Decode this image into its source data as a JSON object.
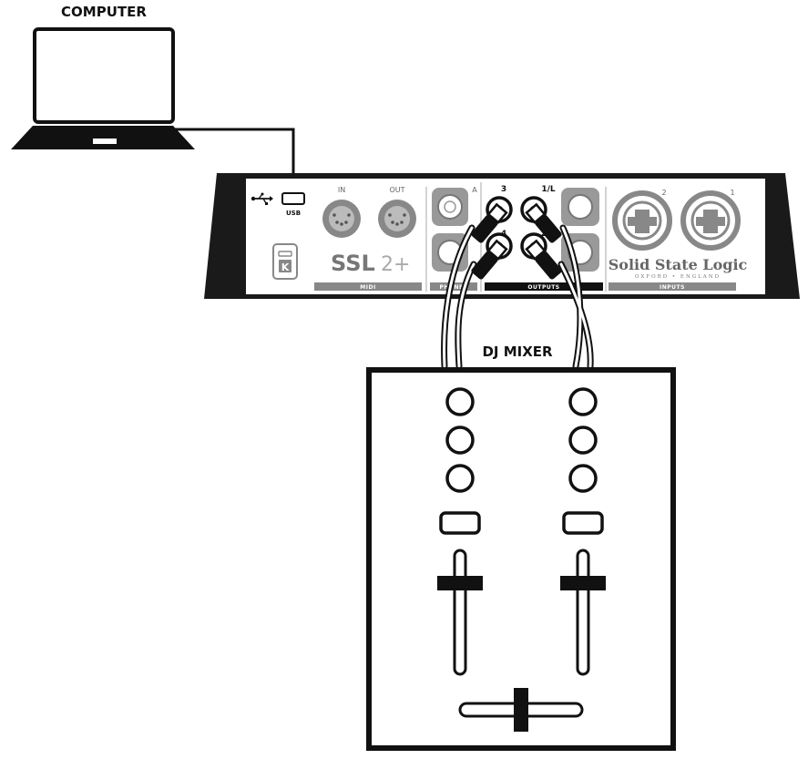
{
  "labels": {
    "computer": "COMPUTER",
    "dj_mixer": "DJ MIXER"
  },
  "interface": {
    "usb_label": "USB",
    "midi_in": "IN",
    "midi_out": "OUT",
    "midi_section": "MIDI",
    "phones_section": "PHONES",
    "phones_a": "A",
    "outputs_section": "OUTPUTS",
    "out_3": "3",
    "out_4": "4",
    "out_1l": "1/L",
    "out_2r": "2/R",
    "inputs_section": "INPUTS",
    "input_2": "2",
    "input_1": "1",
    "brand_name": "Solid State Logic",
    "brand_sub": "OXFORD • ENGLAND",
    "model_ssl": "SSL",
    "model_num": "2+"
  },
  "icons": [
    "laptop-icon",
    "usb-symbol-icon",
    "kensington-lock-icon",
    "midi-din-icon",
    "xlr-combo-icon",
    "rca-jack-icon",
    "trs-jack-icon"
  ]
}
